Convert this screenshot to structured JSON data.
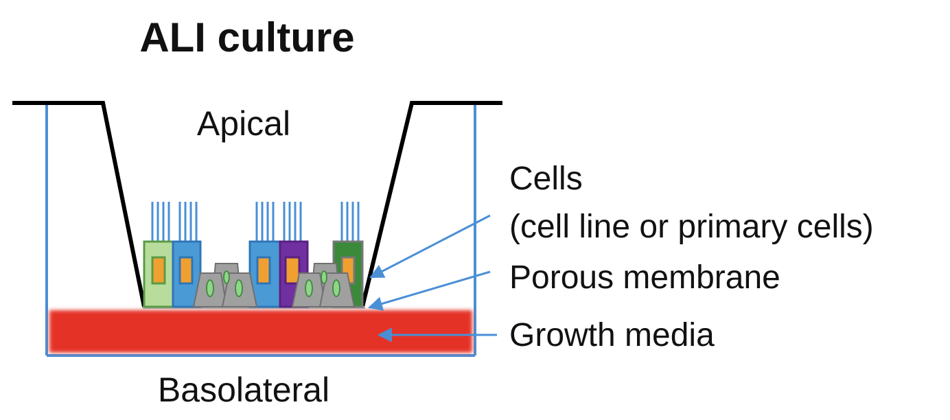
{
  "title": "ALI culture",
  "regions": {
    "apical": "Apical",
    "basolateral": "Basolateral"
  },
  "callouts": {
    "cells_line1": "Cells",
    "cells_line2": "(cell line or primary cells)",
    "membrane": "Porous membrane",
    "media": "Growth media"
  },
  "colors": {
    "insert_wall": "#000000",
    "outer_well": "#4a8fd6",
    "arrow": "#4a8fd6",
    "growth_media": "#e53026",
    "membrane": "#a6a6a6",
    "cell_light_green": "#b7dc9c",
    "cell_blue": "#4a9ad6",
    "cell_purple": "#7030a0",
    "cell_dark_green": "#3a8a3a",
    "nucleus": "#f0a030",
    "basal_cell": "#a0a0a0",
    "basal_nucleus": "#8fd68a"
  }
}
